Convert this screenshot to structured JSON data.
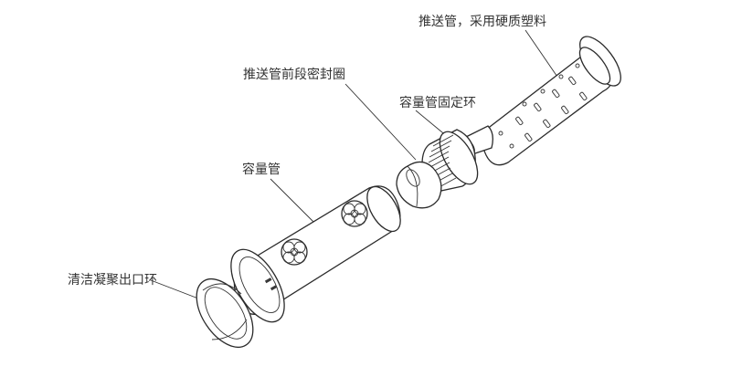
{
  "labels": {
    "push_tube": "推送管，采用硬质塑料",
    "front_seal": "推送管前段密封圈",
    "fixing_ring": "容量管固定环",
    "capacity_tube": "容量管",
    "outlet_ring": "清洁凝聚出口环"
  },
  "colors": {
    "line": "#2b2b2b",
    "text": "#333333",
    "background": "#ffffff"
  },
  "icons": {
    "capacity_tube_pattern": "flower-pattern-icon"
  }
}
